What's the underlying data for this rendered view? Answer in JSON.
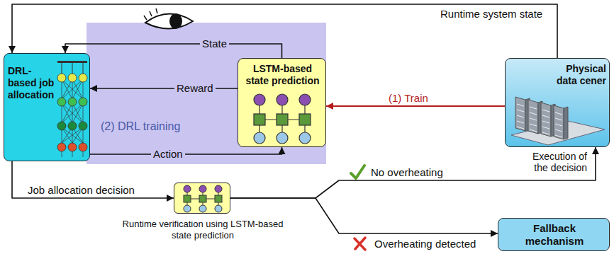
{
  "diagram": {
    "nodes": [
      {
        "text": [
          "DRL-based job allocation"
        ]
      },
      {
        "text": [
          "(2) DRL training"
        ]
      },
      {
        "text": [
          "LSTM-based state prediction"
        ]
      },
      {
        "text": [
          "Physical data cener"
        ]
      },
      {
        "text": [
          "Runtime verification using LSTM-based state prediction"
        ]
      },
      {
        "text": [
          "Fallback mechanism"
        ]
      }
    ],
    "edges": [
      {
        "from": 3,
        "to": 0,
        "arrow": "to",
        "label": "Runtime system state"
      },
      {
        "from": 3,
        "to": 2,
        "arrow": "to",
        "label": "(1) Train"
      },
      {
        "from": 2,
        "to": 0,
        "arrow": "to",
        "label": "State"
      },
      {
        "from": 2,
        "to": 0,
        "arrow": "to",
        "label": "Reward"
      },
      {
        "from": 0,
        "to": 2,
        "arrow": "to",
        "label": "Action"
      },
      {
        "from": 0,
        "to": 4,
        "arrow": "to",
        "label": "Job allocation decision"
      },
      {
        "from": 4,
        "to": 3,
        "arrow": "to",
        "label": "No overheating"
      },
      {
        "from": 4,
        "to": 5,
        "arrow": "to",
        "label": "Overheating detected"
      }
    ],
    "labels": [
      "Execution of the decision"
    ]
  }
}
